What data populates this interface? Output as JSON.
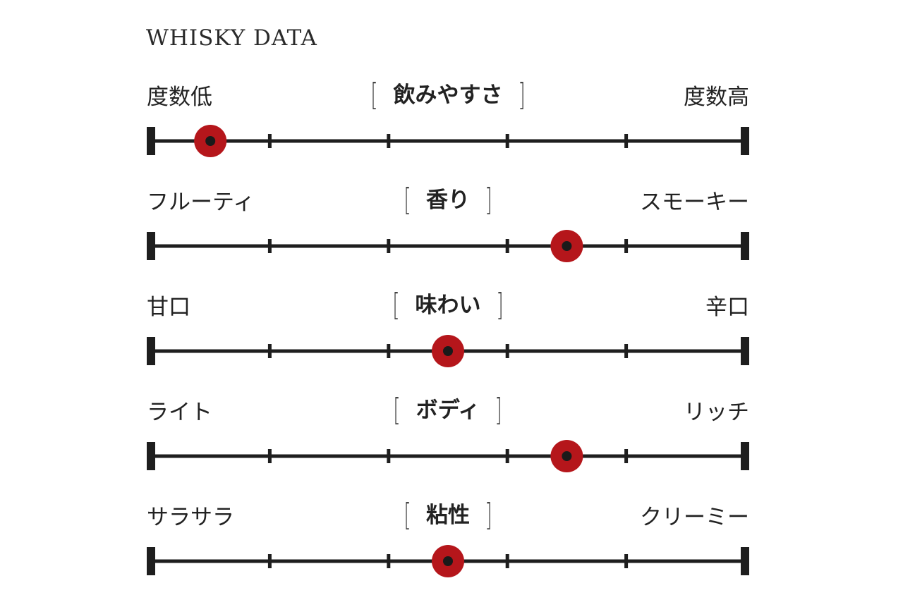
{
  "title": "WHISKY DATA",
  "colors": {
    "marker": "#b5161b",
    "line": "#1e1e1e"
  },
  "chart_data": {
    "type": "scatter",
    "title": "WHISKY DATA",
    "scale_range": [
      0,
      5
    ],
    "ticks": [
      0,
      1,
      2,
      3,
      4,
      5
    ],
    "rows": [
      {
        "name": "飲みやすさ",
        "left": "度数低",
        "right": "度数高",
        "value": 0.5
      },
      {
        "name": "香り",
        "left": "フルーティ",
        "right": "スモーキー",
        "value": 3.5
      },
      {
        "name": "味わい",
        "left": "甘口",
        "right": "辛口",
        "value": 2.5
      },
      {
        "name": "ボディ",
        "left": "ライト",
        "right": "リッチ",
        "value": 3.5
      },
      {
        "name": "粘性",
        "left": "サラサラ",
        "right": "クリーミー",
        "value": 2.5
      }
    ]
  }
}
